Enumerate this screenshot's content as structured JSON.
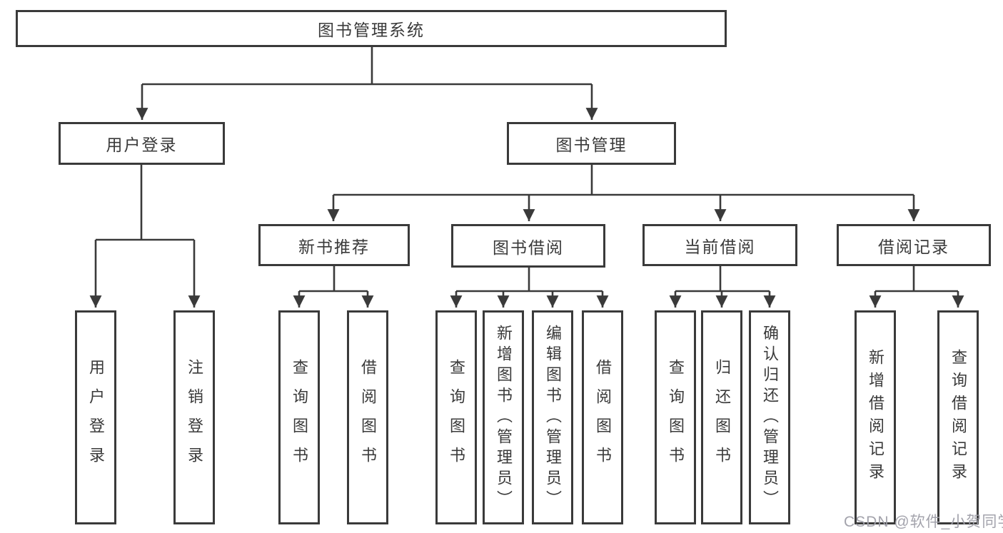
{
  "tree": {
    "root": "图书管理系统",
    "level2": [
      "用户登录",
      "图书管理"
    ],
    "level3": [
      "新书推荐",
      "图书借阅",
      "当前借阅",
      "借阅记录"
    ],
    "leaves": [
      "用户登录",
      "注销登录",
      "查询图书",
      "借阅图书",
      "查询图书",
      "新增图书（管理员）",
      "编辑图书（管理员）",
      "借阅图书",
      "查询图书",
      "归还图书",
      "确认归还（管理员）",
      "新增借阅记录",
      "查询借阅记录"
    ]
  },
  "watermark": "CSDN @软件_小贺同学",
  "colors": {
    "line": "#3a3a3a",
    "box_background": "#ffffff",
    "watermark": "#9e9ea8",
    "page_background": "#ffffff"
  }
}
